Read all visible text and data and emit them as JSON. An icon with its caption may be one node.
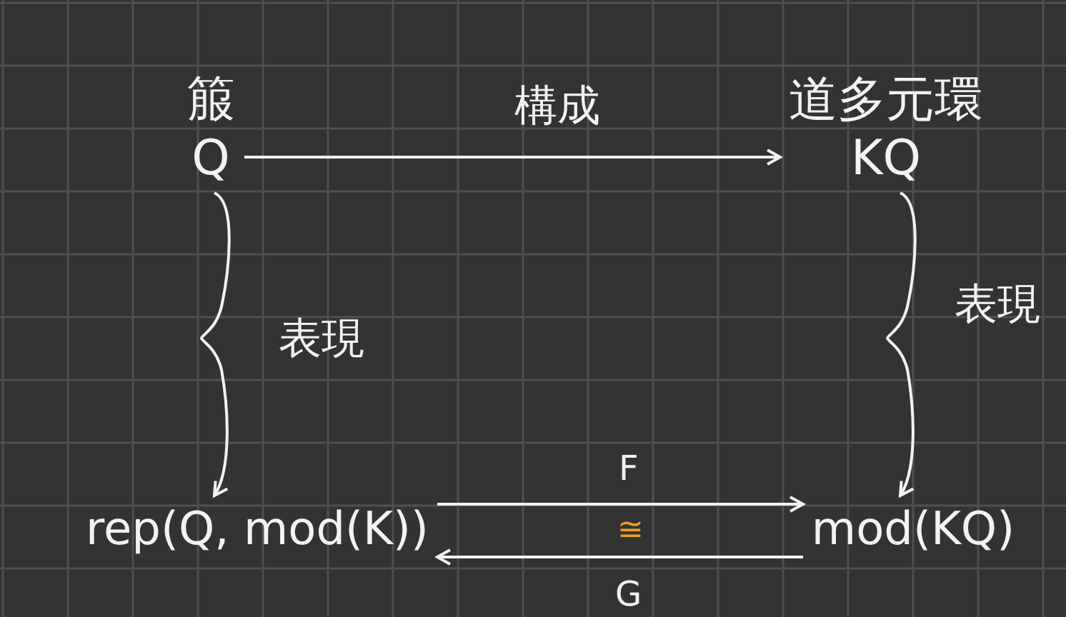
{
  "diagram": {
    "nodes": [
      {
        "text": [
          "箙",
          "Q"
        ]
      },
      {
        "text": [
          "道多元環",
          "KQ"
        ]
      },
      {
        "text": [
          "rep(Q, mod(K))"
        ]
      },
      {
        "text": [
          "mod(KQ)"
        ]
      }
    ],
    "edges": [
      {
        "from": 0,
        "to": 1,
        "arrow": "to",
        "label": "構成"
      },
      {
        "from": 0,
        "to": 2,
        "arrow": "to",
        "label": "表現"
      },
      {
        "from": 1,
        "to": 3,
        "arrow": "to",
        "label": "表現"
      },
      {
        "from": 2,
        "to": 3,
        "arrow": "to",
        "label": "F"
      },
      {
        "from": 3,
        "to": 2,
        "arrow": "to",
        "label": "G"
      }
    ],
    "labels": [
      "≅"
    ]
  }
}
